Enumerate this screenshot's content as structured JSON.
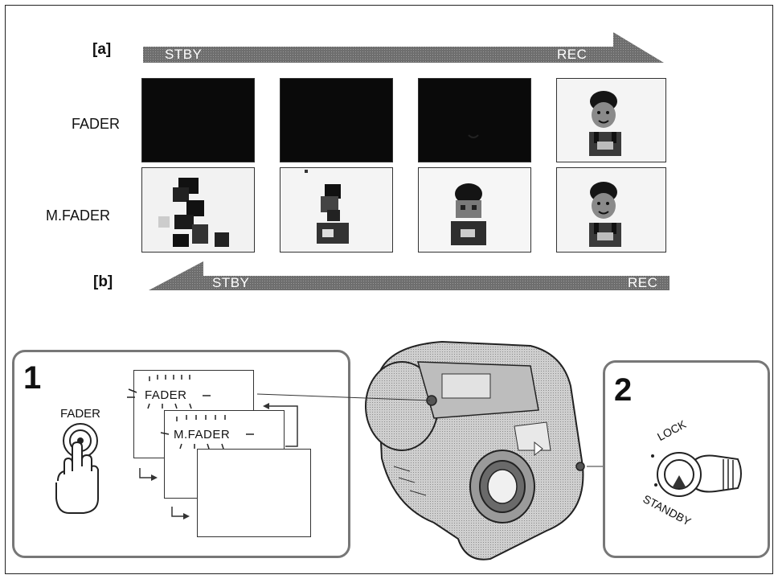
{
  "timeline_a": {
    "tag": "[a]",
    "start_label": "STBY",
    "end_label": "REC"
  },
  "timeline_b": {
    "tag": "[b]",
    "start_label": "STBY",
    "end_label": "REC"
  },
  "rows": {
    "fader_label": "FADER",
    "mfader_label": "M.FADER"
  },
  "step1": {
    "number": "1",
    "button_label": "FADER",
    "screen1_text": "FADER",
    "screen2_text": "M.FADER"
  },
  "step2": {
    "number": "2",
    "lock_label": "LOCK",
    "standby_label": "STANDBY"
  }
}
